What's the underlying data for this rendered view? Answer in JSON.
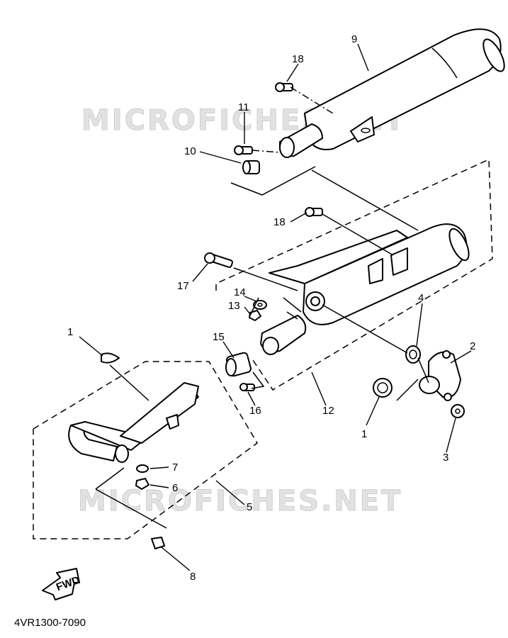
{
  "diagram": {
    "code": "4VR1300-7090",
    "watermark": "MICROFICHES.NET",
    "fwd_label": "FWD",
    "callouts": {
      "c9": "9",
      "c18a": "18",
      "c11": "11",
      "c10": "10",
      "c18b": "18",
      "c17": "17",
      "c14": "14",
      "c13": "13",
      "c4": "4",
      "c2": "2",
      "c1a": "1",
      "c15": "15",
      "c12": "12",
      "c16": "16",
      "c1b": "1",
      "c3": "3",
      "c7": "7",
      "c6": "6",
      "c5": "5",
      "c8": "8"
    }
  }
}
